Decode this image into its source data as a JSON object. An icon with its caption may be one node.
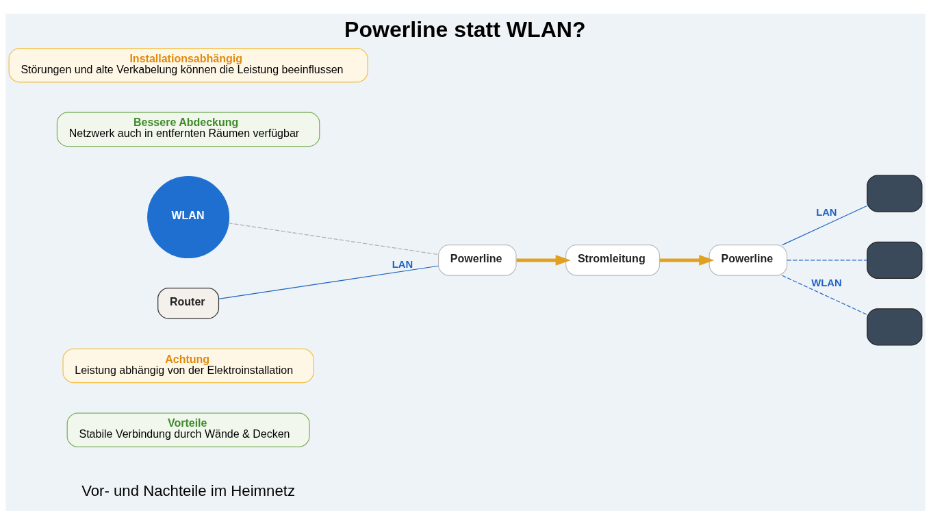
{
  "diagram": {
    "title": "Powerline statt WLAN?",
    "nodes": [
      {
        "text": [
          "Vorteile",
          "Stabile Verbindung durch Wände & Decken"
        ]
      },
      {
        "text": [
          "Achtung",
          "Leistung abhängig von der Elektroinstallation"
        ]
      },
      {
        "text": [
          "WLAN"
        ]
      },
      {
        "text": [
          "Router"
        ]
      },
      {
        "text": [
          "Powerline"
        ]
      },
      {
        "text": [
          "Stromleitung"
        ]
      },
      {
        "text": [
          "Powerline"
        ]
      },
      {
        "text": [],
        "shape": "box"
      },
      {
        "text": [],
        "shape": "box"
      },
      {
        "text": [],
        "shape": "box"
      },
      {
        "text": [
          "Bessere Abdeckung",
          "Netzwerk auch in entfernten Räumen verfügbar"
        ]
      },
      {
        "text": [
          "Installationsabhängig",
          "Störungen und alte Verkabelung können die Leistung beeinflussen"
        ]
      }
    ],
    "edges": [
      {
        "from": 2,
        "to": 4,
        "arrow": "none",
        "style": "dashed",
        "color": "#b0b0b0"
      },
      {
        "from": 3,
        "to": 4,
        "label": "LAN",
        "arrow": "none",
        "color": "#1e63c4"
      },
      {
        "from": 4,
        "to": 5,
        "arrow": "to",
        "style": "thick",
        "color": "#e0a020"
      },
      {
        "from": 5,
        "to": 6,
        "arrow": "to",
        "style": "thick",
        "color": "#e0a020"
      },
      {
        "from": 6,
        "to": 7,
        "label": "LAN",
        "arrow": "none",
        "color": "#1e63c4"
      },
      {
        "from": 6,
        "to": 8,
        "arrow": "none",
        "style": "dashed",
        "color": "#1e63c4"
      },
      {
        "from": 6,
        "to": 9,
        "label": "WLAN",
        "arrow": "none",
        "style": "dashed",
        "color": "#1e63c4"
      }
    ],
    "labels": [
      "Vor- und Nachteile im Heimnetz"
    ]
  }
}
